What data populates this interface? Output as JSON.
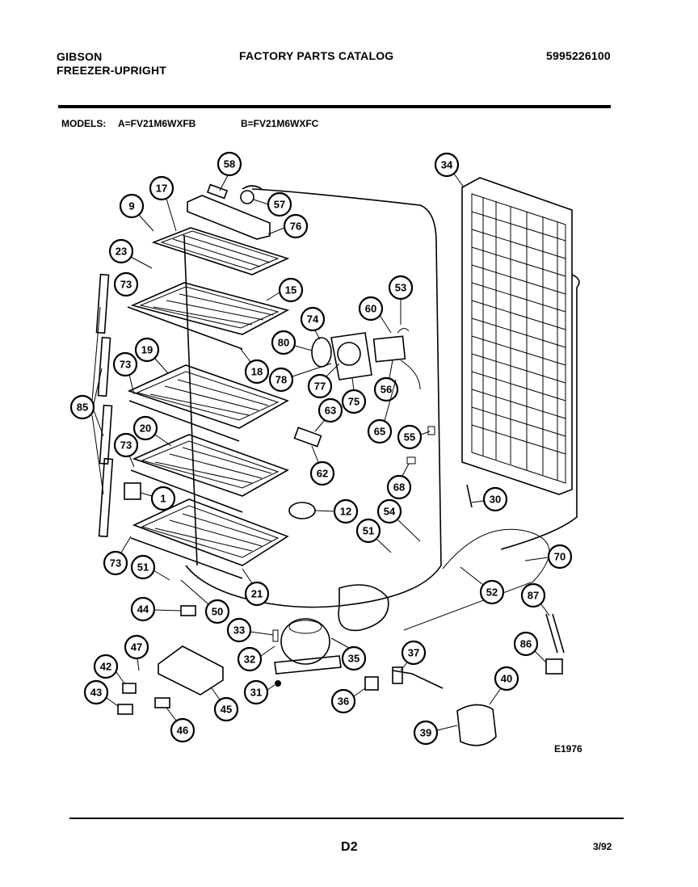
{
  "header": {
    "brand": "GIBSON",
    "product": "FREEZER-UPRIGHT",
    "catalog_title": "FACTORY PARTS CATALOG",
    "catalog_number": "5995226100",
    "models_label": "MODELS:",
    "model_a": "A=FV21M6WXFB",
    "model_b": "B=FV21M6WXFC"
  },
  "diagram": {
    "figure_code": "E1976",
    "callouts": [
      "58",
      "57",
      "76",
      "9",
      "17",
      "23",
      "15",
      "73",
      "74",
      "80",
      "53",
      "60",
      "18",
      "78",
      "77",
      "75",
      "56",
      "19",
      "63",
      "65",
      "55",
      "20",
      "62",
      "68",
      "85",
      "30",
      "1",
      "12",
      "54",
      "51",
      "70",
      "52",
      "87",
      "44",
      "50",
      "21",
      "33",
      "32",
      "35",
      "37",
      "86",
      "47",
      "42",
      "31",
      "43",
      "45",
      "46",
      "36",
      "40",
      "39"
    ]
  },
  "footer": {
    "page_code": "D2",
    "date": "3/92"
  }
}
